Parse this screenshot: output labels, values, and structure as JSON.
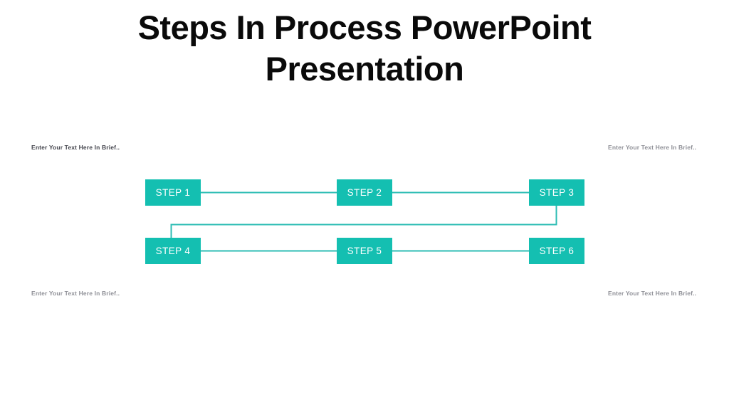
{
  "slide": {
    "title": "Steps In Process PowerPoint\nPresentation",
    "background_color": "#ffffff",
    "accent_color": "#14bfb1",
    "connector_color": "#2dbdb4",
    "box_text_color": "#ffffff"
  },
  "captions": [
    {
      "id": "top-left",
      "text": "Enter Your Text Here In Brief..",
      "color": "#44454d"
    },
    {
      "id": "top-right",
      "text": "Enter Your Text Here In Brief..",
      "color": "#8f9097"
    },
    {
      "id": "bottom-left",
      "text": "Enter Your Text Here In Brief..",
      "color": "#8f9097"
    },
    {
      "id": "bottom-right",
      "text": "Enter Your Text Here In Brief..",
      "color": "#8f9097"
    }
  ],
  "process": {
    "steps": [
      {
        "index": 1,
        "label": "STEP 1",
        "row": "top",
        "column": 1
      },
      {
        "index": 2,
        "label": "STEP 2",
        "row": "top",
        "column": 2
      },
      {
        "index": 3,
        "label": "STEP 3",
        "row": "top",
        "column": 3
      },
      {
        "index": 4,
        "label": "STEP 4",
        "row": "bottom",
        "column": 1
      },
      {
        "index": 5,
        "label": "STEP 5",
        "row": "bottom",
        "column": 2
      },
      {
        "index": 6,
        "label": "STEP 6",
        "row": "bottom",
        "column": 3
      }
    ],
    "flow_direction": "serpentine",
    "connections": [
      {
        "from": "STEP 1",
        "to": "STEP 2",
        "kind": "horizontal"
      },
      {
        "from": "STEP 2",
        "to": "STEP 3",
        "kind": "horizontal"
      },
      {
        "from": "STEP 3",
        "to": "STEP 4",
        "kind": "elbow-down-left"
      },
      {
        "from": "STEP 4",
        "to": "STEP 5",
        "kind": "horizontal"
      },
      {
        "from": "STEP 5",
        "to": "STEP 6",
        "kind": "horizontal"
      }
    ]
  }
}
